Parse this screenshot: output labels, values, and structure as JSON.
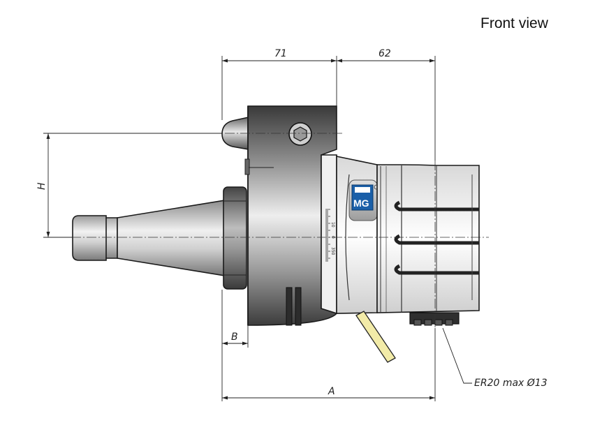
{
  "view_title": "Front view",
  "dimensions": {
    "top_left": "71",
    "top_right": "62",
    "height": "H",
    "offset": "B",
    "overall": "A"
  },
  "callout": "ER20 max Ø13",
  "dial": {
    "labels": [
      "0",
      "10",
      "350"
    ]
  },
  "logo_text": "MG"
}
